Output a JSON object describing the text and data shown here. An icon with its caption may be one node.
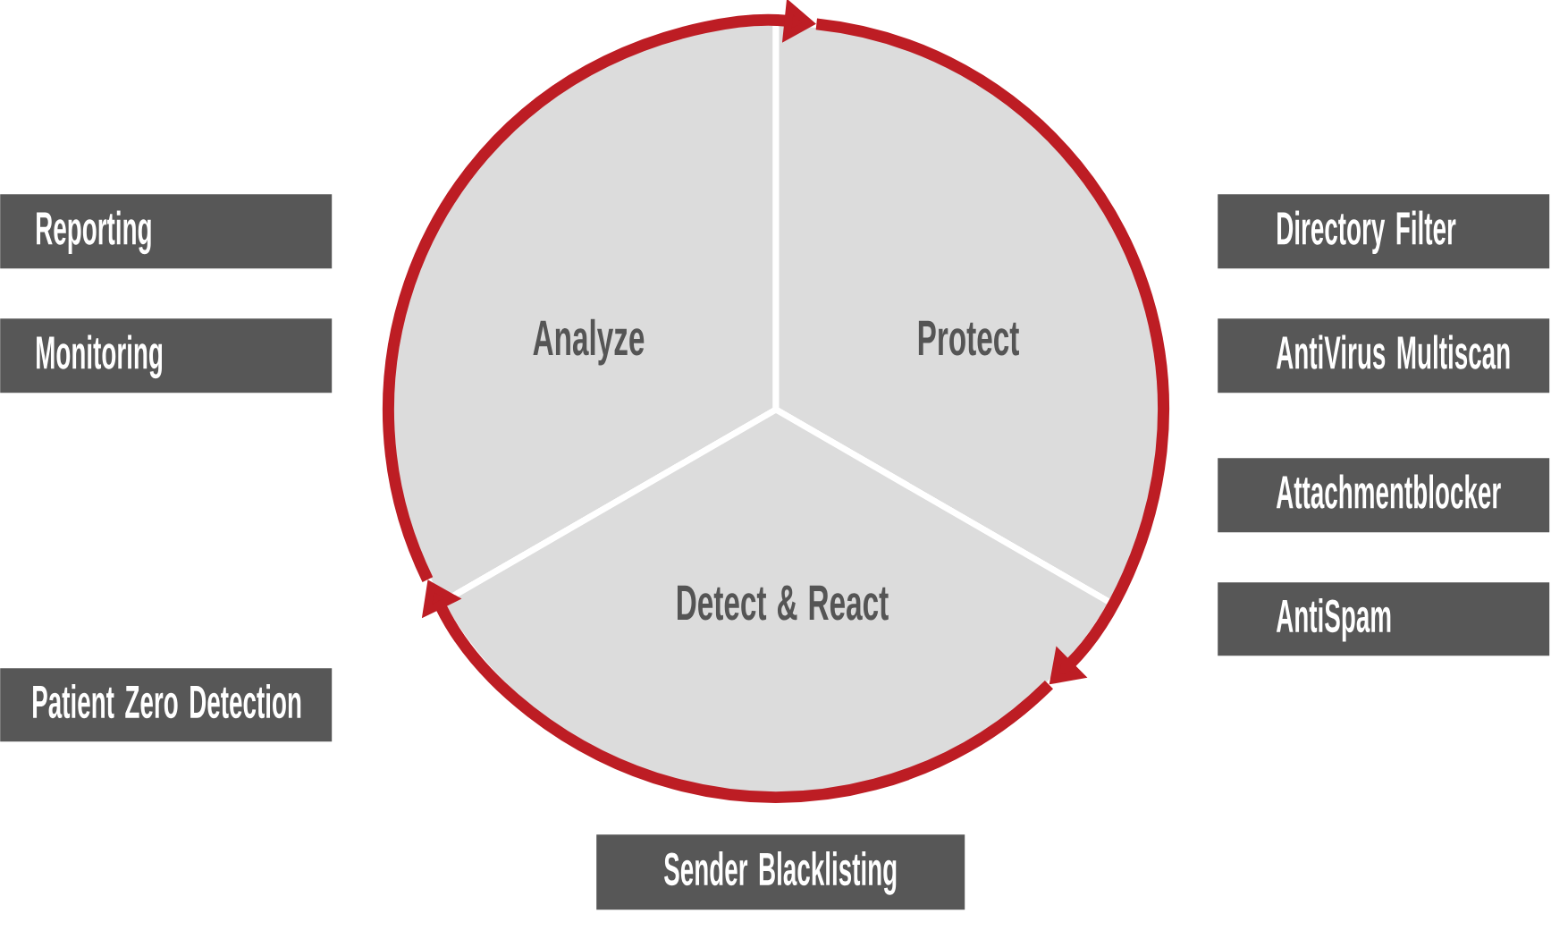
{
  "diagram": {
    "nodes": [
      {
        "text": [
          "Analyze"
        ]
      },
      {
        "text": [
          "Protect"
        ]
      },
      {
        "text": [
          "Detect & React"
        ]
      },
      {
        "text": [
          "Reporting"
        ]
      },
      {
        "text": [
          "Monitoring"
        ]
      },
      {
        "text": [
          "Patient Zero Detection"
        ]
      },
      {
        "text": [
          "Directory Filter"
        ]
      },
      {
        "text": [
          "AntiVirus Multiscan"
        ]
      },
      {
        "text": [
          "Attachmentblocker"
        ]
      },
      {
        "text": [
          "AntiSpam"
        ]
      },
      {
        "text": [
          "Sender Blacklisting"
        ]
      }
    ],
    "edges": [
      {
        "from": 0,
        "to": 1,
        "arrow": "to"
      },
      {
        "from": 1,
        "to": 2,
        "arrow": "to"
      },
      {
        "from": 2,
        "to": 0,
        "arrow": "to"
      }
    ]
  }
}
